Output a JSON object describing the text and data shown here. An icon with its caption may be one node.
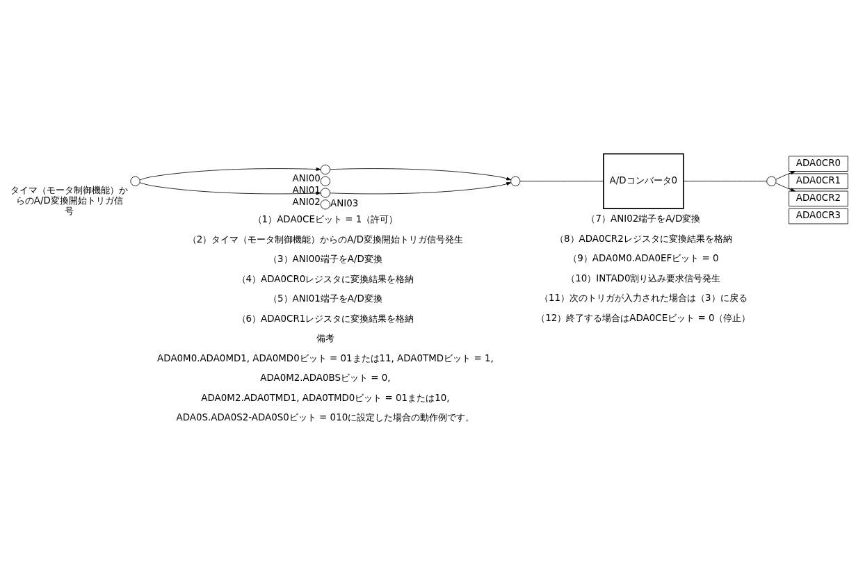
{
  "diagram": {
    "nodes": [
      {
        "text": [],
        "shape": "circle",
        "beside": [
          "タイマ（モータ制御機能）からのA/D変換開始トリガ信号"
        ]
      },
      {
        "text": [],
        "shape": "circle",
        "beside": [
          "ANI00"
        ]
      },
      {
        "text": [],
        "shape": "circle",
        "beside": [
          "ANI01"
        ]
      },
      {
        "text": [],
        "shape": "circle",
        "beside": [
          "ANI02"
        ]
      },
      {
        "text": [],
        "shape": "circle",
        "beside": [
          "ANI03"
        ]
      },
      {
        "text": [],
        "shape": "circle"
      },
      {
        "text": [
          "A/Dコンバータ0"
        ]
      },
      {
        "text": [],
        "shape": "circle"
      },
      {
        "text": [
          "ADA0CR0"
        ]
      },
      {
        "text": [
          "ADA0CR1"
        ]
      },
      {
        "text": [
          "ADA0CR2"
        ]
      },
      {
        "text": [
          "ADA0CR3"
        ]
      }
    ],
    "edges": [
      {
        "from": 0,
        "to": 1,
        "arrow": "to"
      },
      {
        "from": 0,
        "to": 3,
        "arrow": "to"
      },
      {
        "from": 1,
        "to": 5,
        "arrow": "to"
      },
      {
        "from": 3,
        "to": 5,
        "arrow": "to"
      },
      {
        "from": 5,
        "to": 6,
        "arrow": "none"
      },
      {
        "from": 6,
        "to": 7,
        "arrow": "none"
      },
      {
        "from": 7,
        "to": 8,
        "arrow": "to"
      },
      {
        "from": 7,
        "to": 10,
        "arrow": "to"
      }
    ],
    "labels": [
      "（1）ADA0CEビット = 1（許可）",
      "（2）タイマ（モータ制御機能）からのA/D変換開始トリガ信号発生",
      "（3）ANI00端子をA/D変換",
      "（4）ADA0CR0レジスタに変換結果を格納",
      "（5）ANI01端子をA/D変換",
      "（6）ADA0CR1レジスタに変換結果を格納",
      "（7）ANI02端子をA/D変換",
      "（8）ADA0CR2レジスタに変換結果を格納",
      "（9）ADA0M0.ADA0EFビット = 0",
      "（10）INTAD0割り込み要求信号発生",
      "（11）次のトリガが入力された場合は（3）に戻る",
      "（12）終了する場合はADA0CEビット = 0（停止）",
      "備考",
      "ADA0M0.ADA0MD1, ADA0MD0ビット = 01または11, ADA0TMDビット = 1,",
      "ADA0M2.ADA0BSビット = 0,",
      "ADA0M2.ADA0TMD1, ADA0TMD0ビット = 01または10,",
      "ADA0S.ADA0S2-ADA0S0ビット = 010に設定した場合の動作例です。"
    ]
  }
}
